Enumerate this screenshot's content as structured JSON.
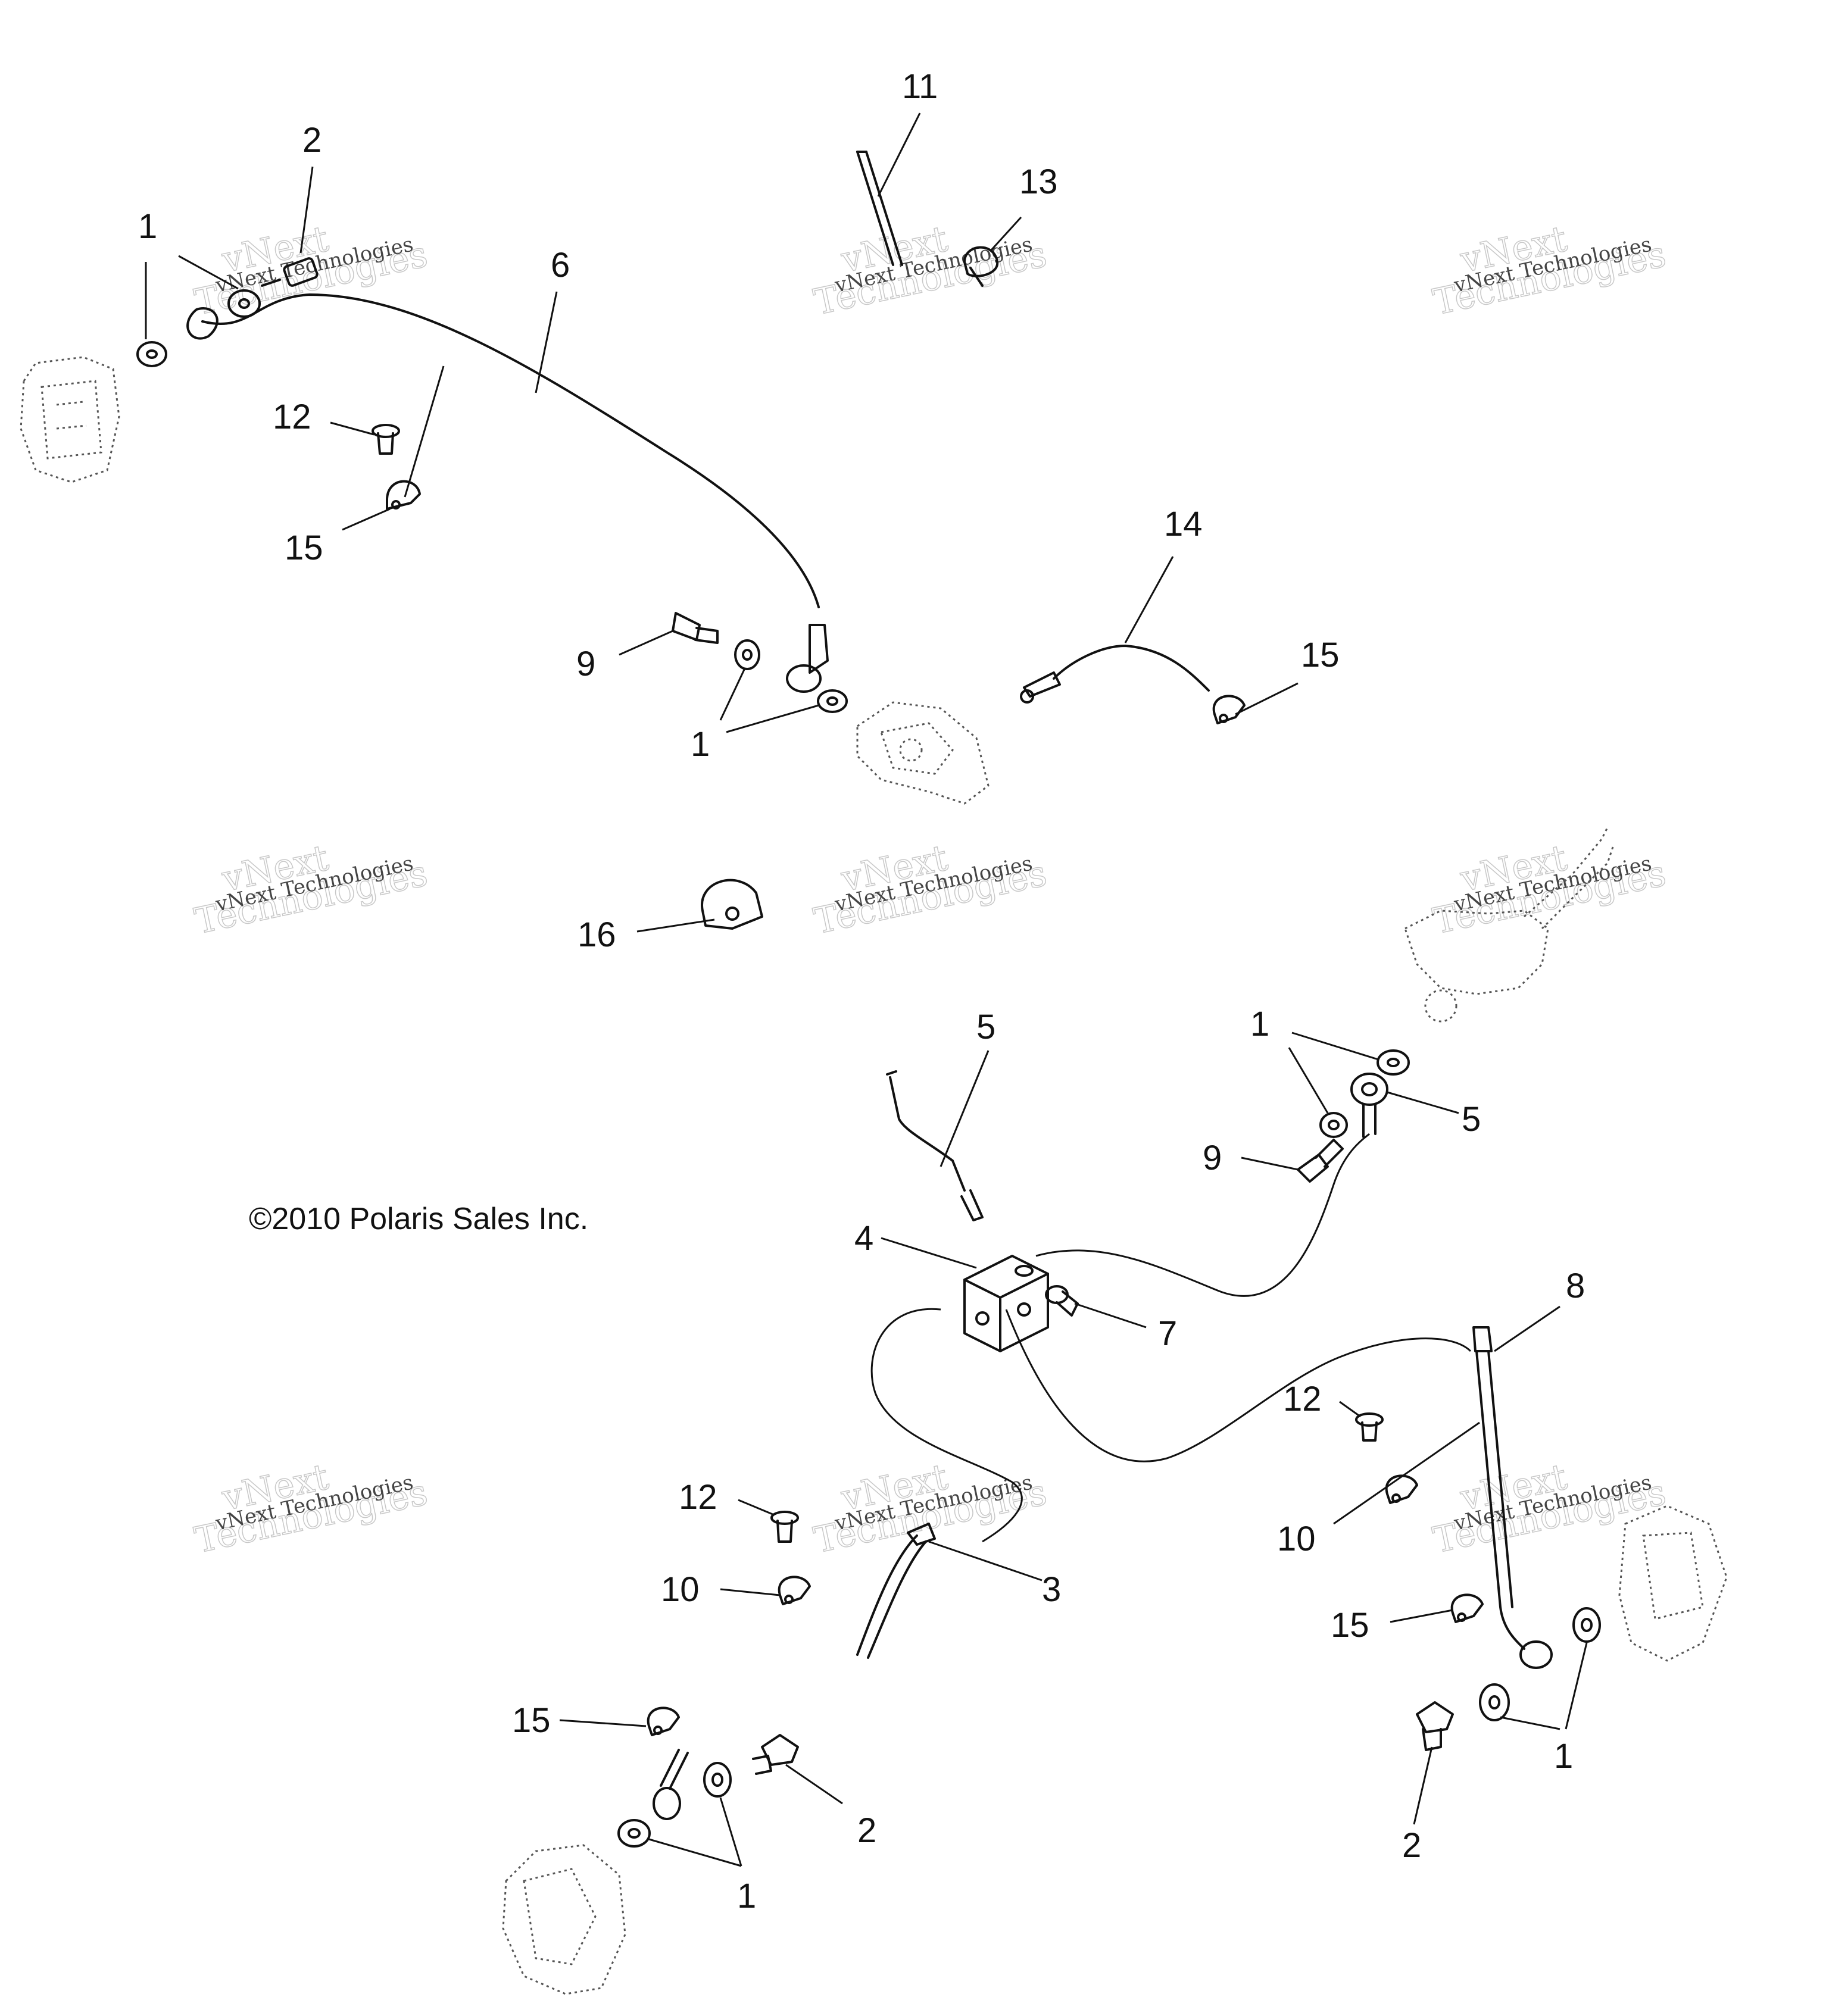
{
  "copyright": "©2010  Polaris Sales Inc.",
  "watermark": {
    "line1": "vNext",
    "line2": "Technologies",
    "small": "vNext Technologies"
  },
  "callouts": {
    "c1a": "1",
    "c2a": "2",
    "c6": "6",
    "c11": "11",
    "c13": "13",
    "c12a": "12",
    "c15a": "15",
    "c14": "14",
    "c15b": "15",
    "c9a": "9",
    "c1b": "1",
    "c16": "16",
    "c5a": "5",
    "c1c": "1",
    "c5b": "5",
    "c9b": "9",
    "c4": "4",
    "c7": "7",
    "c8": "8",
    "c12b": "12",
    "c10a": "10",
    "c12c": "12",
    "c10b": "10",
    "c3": "3",
    "c15c": "15",
    "c15d": "15",
    "c2b": "2",
    "c1d": "1",
    "c2c": "2",
    "c1e": "1"
  }
}
